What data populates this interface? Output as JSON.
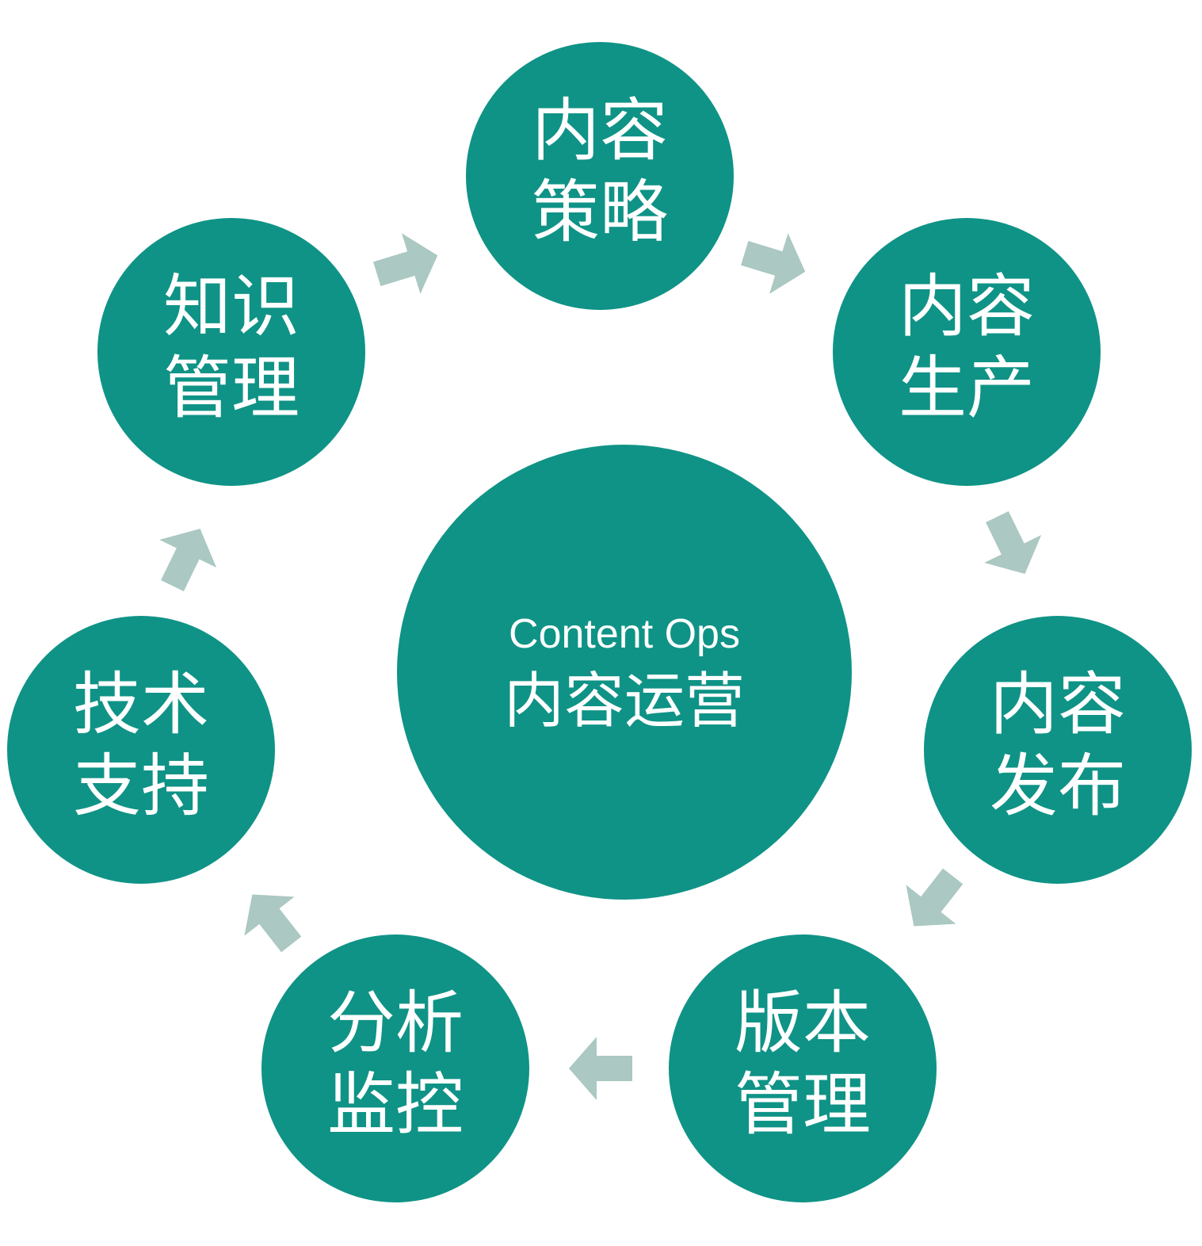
{
  "center": {
    "label_en": "Content Ops",
    "label_zh": "内容运营"
  },
  "nodes": [
    {
      "id": "content-strategy",
      "line1": "内容",
      "line2": "策略"
    },
    {
      "id": "content-production",
      "line1": "内容",
      "line2": "生产"
    },
    {
      "id": "content-publishing",
      "line1": "内容",
      "line2": "发布"
    },
    {
      "id": "version-management",
      "line1": "版本",
      "line2": "管理"
    },
    {
      "id": "analytics-monitoring",
      "line1": "分析",
      "line2": "监控"
    },
    {
      "id": "technical-support",
      "line1": "技术",
      "line2": "支持"
    },
    {
      "id": "knowledge-management",
      "line1": "知识",
      "line2": "管理"
    }
  ],
  "colors": {
    "node_fill": "#0f9386",
    "arrow_fill": "#abc8c2",
    "text": "#ffffff",
    "background": "#ffffff"
  }
}
